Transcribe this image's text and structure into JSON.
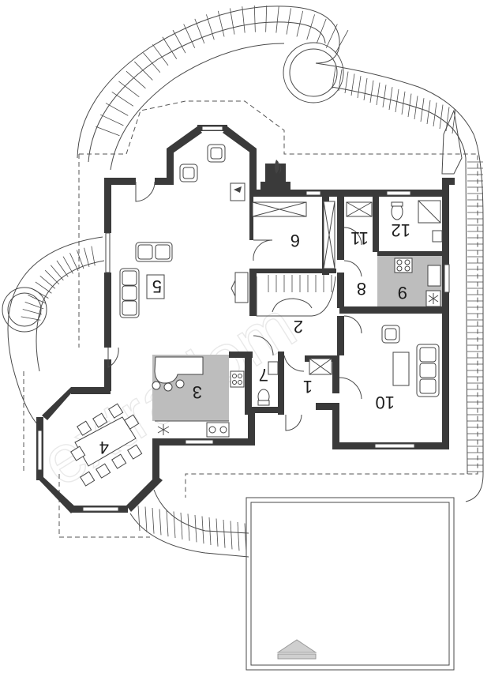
{
  "rooms": [
    {
      "id": "room-1",
      "label": "1"
    },
    {
      "id": "room-2",
      "label": "2"
    },
    {
      "id": "room-3",
      "label": "3"
    },
    {
      "id": "room-4",
      "label": "4"
    },
    {
      "id": "room-5",
      "label": "5"
    },
    {
      "id": "room-6",
      "label": "6"
    },
    {
      "id": "room-7",
      "label": "7"
    },
    {
      "id": "room-8",
      "label": "8"
    },
    {
      "id": "room-9",
      "label": "9"
    },
    {
      "id": "room-10",
      "label": "10"
    },
    {
      "id": "room-11",
      "label": "11"
    },
    {
      "id": "room-12",
      "label": "12"
    }
  ],
  "watermark": "extradom",
  "colors": {
    "wall": "#3a3a3a",
    "shade": "#bdbdbd",
    "line": "#4a4a4a"
  }
}
